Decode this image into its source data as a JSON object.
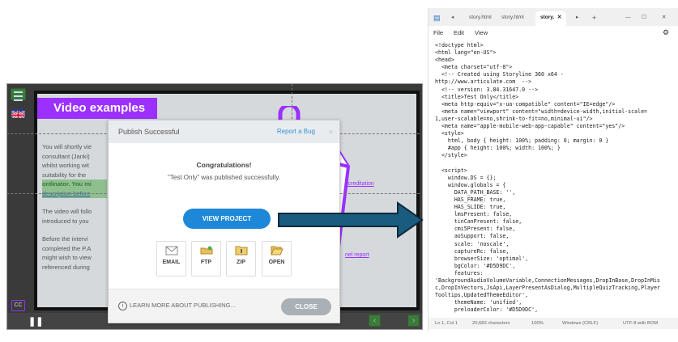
{
  "player": {
    "slide_title": "Video examples",
    "cc_label": "CC",
    "body_paragraphs": [
      "You will shortly vie",
      "consultant (Janki)",
      "whilst working wit",
      "suitability for the",
      "ordinator. You mi",
      "description before",
      "The video will follo",
      "introduced to you",
      "Before the intervi",
      "completed the P.A",
      "might wish to view",
      "referenced during"
    ],
    "paper_links": [
      "ccreditation",
      "nel report"
    ],
    "pause_icon": "pause-icon",
    "prev_label": "‹",
    "next_label": "›"
  },
  "dialog": {
    "title": "Publish Successful",
    "report_bug": "Report a Bug",
    "congrats": "Congratulations!",
    "message": "\"Test Only\" was published successfully.",
    "view_project": "VIEW PROJECT",
    "options": [
      {
        "label": "EMAIL",
        "icon": "email-icon"
      },
      {
        "label": "FTP",
        "icon": "ftp-icon"
      },
      {
        "label": "ZIP",
        "icon": "zip-icon"
      },
      {
        "label": "OPEN",
        "icon": "folder-open-icon"
      }
    ],
    "learn_more": "LEARN MORE ABOUT PUBLISHING...",
    "close": "CLOSE"
  },
  "notepad": {
    "tabs": [
      "story.html",
      "story.html",
      "story."
    ],
    "menu": [
      "File",
      "Edit",
      "View"
    ],
    "code_lines": [
      "<!doctype html>",
      "<html lang=\"en-US\">",
      "<head>",
      "  <meta charset=\"utf-8\">",
      "  <!-- Created using Storyline 360 x64 -",
      "http://www.articulate.com  -->",
      "  <!-- version: 3.84.31647.0 -->",
      "  <title>Test Only</title>",
      "  <meta http-equiv=\"x-ua-compatible\" content=\"IE=edge\"/>",
      "  <meta name=\"viewport\" content=\"width=device-width,initial-scale=",
      "1,user-scalable=no,shrink-to-fit=no,minimal-ui\"/>",
      "  <meta name=\"apple-mobile-web-app-capable\" content=\"yes\"/>",
      "  <style>",
      "    html, body { height: 100%; padding: 0; margin: 0 }",
      "    #app { height: 100%; width: 100%; }",
      "  </style>",
      "",
      "  <script>",
      "    window.DS = {};",
      "    window.globals = {",
      "      DATA_PATH_BASE: '',",
      "      HAS_FRAME: true,",
      "      HAS_SLIDE: true,",
      "      lmsPresent: false,",
      "      tinCanPresent: false,",
      "      cmi5Present: false,",
      "      aoSupport: false,",
      "      scale: 'noscale',",
      "      captureRc: false,",
      "      browserSize: 'optimal',",
      "      bgColor: '#D5D9DC',",
      "      features:",
      "'BackgroundAudioVolumeVariable,ConnectionMessages,DropInBase,DropInMis",
      "c,DropInVectors,JsApi,LayerPresentAsDialog,MultipleQuizTracking,Player",
      "Tooltips,UpdatedThemeEditor',",
      "      themeName: 'unified',",
      "      preloaderColor: '#D5D9DC',"
    ],
    "status": {
      "position": "Ln 1, Col 1",
      "chars": "20,683 characters",
      "zoom": "100%",
      "eol": "Windows (CRLF)",
      "encoding": "UTF-8 with BOM"
    }
  },
  "colors": {
    "accent": "#9b30ff",
    "button": "#1e88d8",
    "arrow": "#1a5c80"
  }
}
